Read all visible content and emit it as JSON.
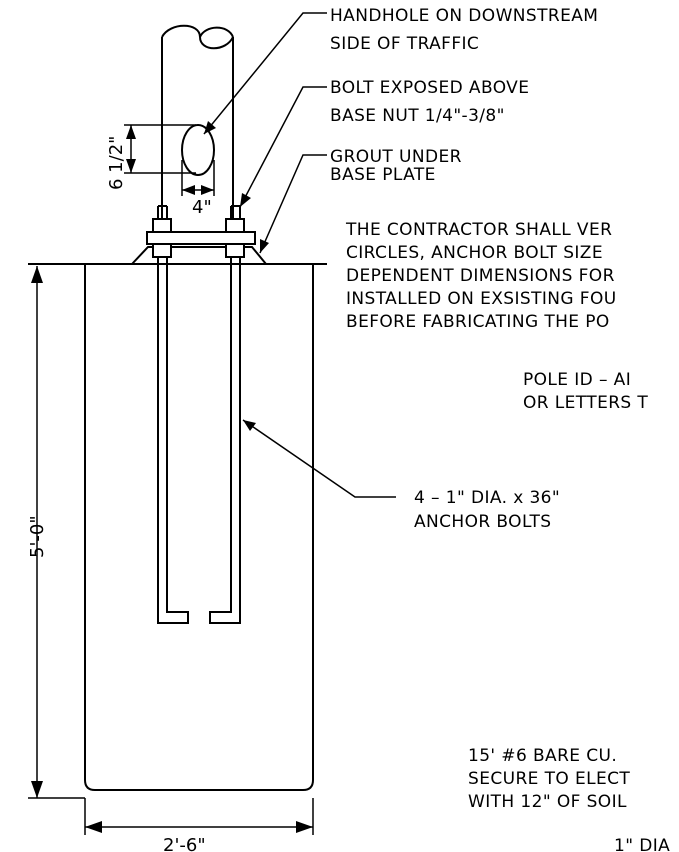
{
  "notes": {
    "handhole_line1": "HANDHOLE ON DOWNSTREAM",
    "handhole_line2": "SIDE OF TRAFFIC",
    "bolt_line1": "BOLT EXPOSED ABOVE",
    "bolt_line2": "BASE NUT 1/4\"-3/8\"",
    "grout_line1": "GROUT UNDER",
    "grout_line2": "BASE PLATE",
    "contractor_line1": "THE CONTRACTOR SHALL VER",
    "contractor_line2": "CIRCLES, ANCHOR BOLT SIZE",
    "contractor_line3": "DEPENDENT DIMENSIONS FOR",
    "contractor_line4": "INSTALLED ON EXSISTING FOU",
    "contractor_line5": "BEFORE FABRICATING THE PO",
    "pole_id_line1": "POLE ID – AI",
    "pole_id_line2": "OR LETTERS T",
    "anchor_line1": "4 – 1\" DIA. x 36\"",
    "anchor_line2": "ANCHOR BOLTS",
    "ground_line1": "15' #6 BARE CU.",
    "ground_line2": "SECURE TO ELECT",
    "ground_line3": "WITH 12\" OF SOIL",
    "bottom_partial": "1\" DIA"
  },
  "dimensions": {
    "handhole_height": "6 1/2\"",
    "handhole_width": "4\"",
    "foundation_depth": "5'-0\"",
    "foundation_width": "2'-6\""
  }
}
